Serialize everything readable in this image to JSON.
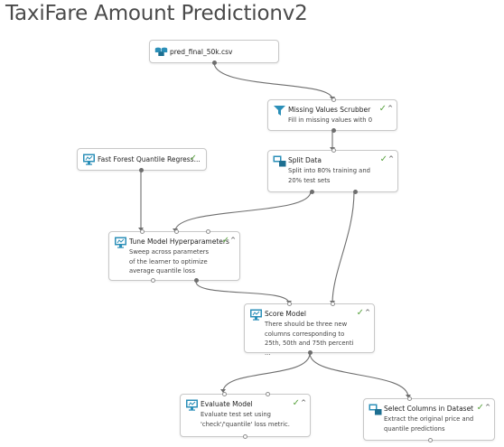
{
  "experiment": {
    "title": "TaxiFare Amount Predictionv2"
  },
  "modules": {
    "dataset": {
      "name": "pred_final_50k.csv"
    },
    "scrubber": {
      "name": "Missing Values Scrubber",
      "desc": "Fill in missing values with 0"
    },
    "split": {
      "name": "Split Data",
      "desc": "Split into 80% training and 20% test sets"
    },
    "fastforest": {
      "name": "Fast Forest Quantile Regress..."
    },
    "tune": {
      "name": "Tune Model Hyperparameters",
      "desc": "Sweep across parameters of the learner to optimize average quantile loss"
    },
    "score": {
      "name": "Score Model",
      "desc": "There should be three new columns corresponding to 25th, 50th and 75th percenti ..."
    },
    "evaluate": {
      "name": "Evaluate Model",
      "desc": "Evaluate test set using 'check'/'quantile' loss metric."
    },
    "select": {
      "name": "Select Columns in Dataset",
      "desc": "Extract the original price and quantile predictions"
    }
  },
  "status": {
    "check_glyph": "✓",
    "expand_glyph": "^",
    "check_color": "#5aa340",
    "icon_color": "#2b8fb8"
  },
  "icons": {
    "dataset": "dataset-icon",
    "scrubber": "filter-icon",
    "split": "split-icon",
    "fastforest": "model-icon",
    "tune": "tune-icon",
    "score": "score-icon",
    "evaluate": "evaluate-icon",
    "select": "select-columns-icon"
  }
}
